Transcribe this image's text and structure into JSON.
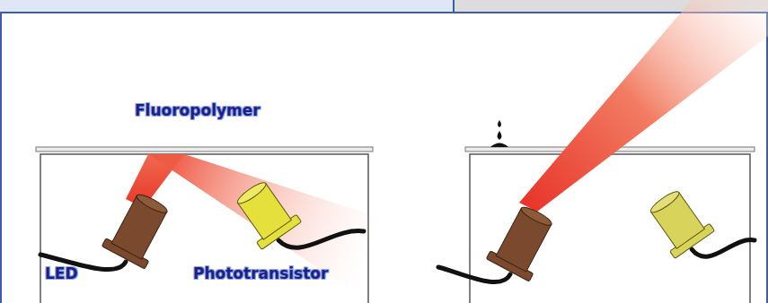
{
  "diagram": {
    "labels": [
      "Fluoropolymer",
      "LED",
      "Phototransistor"
    ]
  }
}
